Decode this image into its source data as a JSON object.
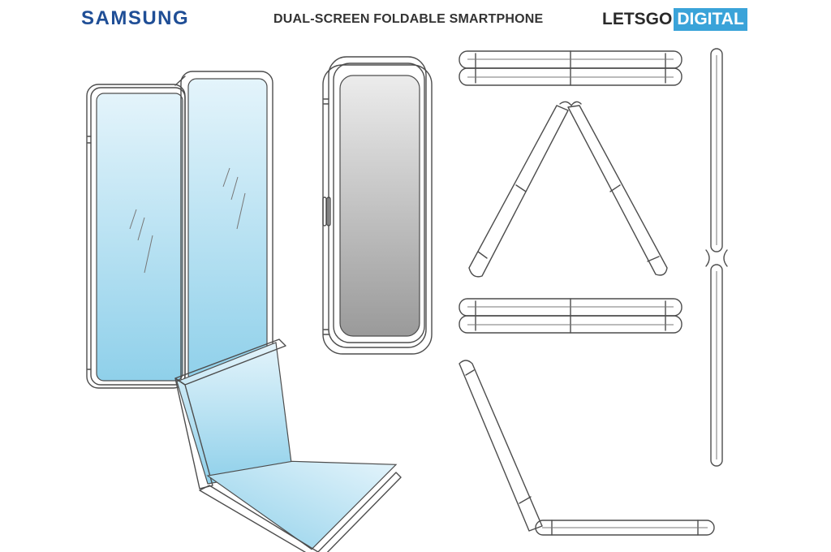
{
  "header": {
    "brand": "SAMSUNG",
    "title": "DUAL-SCREEN FOLDABLE SMARTPHONE",
    "site_part1": "LETSGO",
    "site_part2": "DIGITAL"
  },
  "colors": {
    "brand": "#1f4e96",
    "title": "#333333",
    "site_text": "#2a2a2a",
    "site_badge": "#3aa3d9",
    "screen_top": "#e4f4fb",
    "screen_bottom": "#8fd0ea",
    "display_gray_top": "#ececec",
    "display_gray_bottom": "#9a9a9a",
    "line": "#4d4d4d"
  },
  "icons": {
    "reflection": "glare-lines-icon",
    "hinge": "hinge-icon"
  }
}
